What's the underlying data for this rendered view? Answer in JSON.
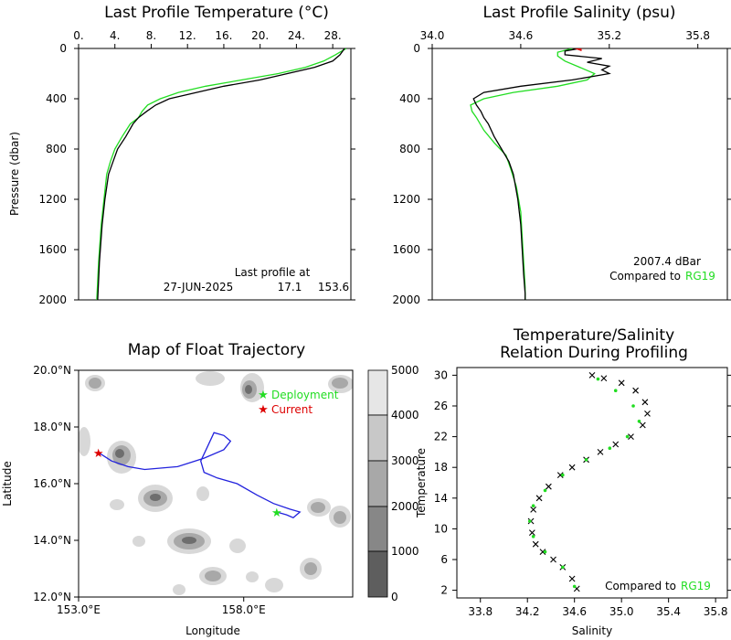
{
  "colors": {
    "float": "#000000",
    "climatology": "#22dd22",
    "current": "#dd0000",
    "trajectory": "#2222dd"
  },
  "temp_panel": {
    "title": "Last Profile Temperature (°C)",
    "ylabel": "Pressure (dbar)",
    "note_line1": "Last profile at",
    "note_date": "27-JUN-2025",
    "note_lat": "17.1",
    "note_lon": "153.6"
  },
  "sal_panel": {
    "title": "Last Profile Salinity (psu)",
    "note_line1": "2007.4 dBar",
    "compared_prefix": "Compared to",
    "compared_ref": "RG19"
  },
  "map_panel": {
    "title": "Map of Float Trajectory",
    "xlabel": "Longitude",
    "ylabel": "Latitude",
    "legend_deployment": "Deployment",
    "legend_current": "Current",
    "colorbar_ticks": [
      "5000",
      "4000",
      "3000",
      "2000",
      "1000",
      "0"
    ]
  },
  "ts_panel": {
    "title_line1": "Temperature/Salinity",
    "title_line2": "Relation During Profiling",
    "xlabel": "Salinity",
    "ylabel": "Temperature",
    "compared_prefix": "Compared to",
    "compared_ref": "RG19"
  },
  "chart_data": [
    {
      "type": "line",
      "title": "Last Profile Temperature (°C)",
      "ylabel": "Pressure (dbar)",
      "xlim": [
        0,
        30
      ],
      "ylim": [
        2000,
        0
      ],
      "xticks": [
        "0.",
        "4.",
        "8.",
        "12.",
        "16.",
        "20.",
        "24.",
        "28."
      ],
      "yticks": [
        "0",
        "400",
        "800",
        "1200",
        "1600",
        "2000"
      ],
      "series": [
        {
          "color": "black",
          "x": [
            29.3,
            29.1,
            28.8,
            28,
            26,
            23,
            20,
            16,
            13,
            10,
            8.5,
            7.5,
            6.6,
            6,
            5.2,
            4.3,
            3.8,
            3.3,
            2.9,
            2.6,
            2.3,
            2.1
          ],
          "y": [
            0,
            20,
            50,
            100,
            150,
            200,
            250,
            300,
            350,
            400,
            450,
            500,
            550,
            600,
            700,
            800,
            900,
            1000,
            1200,
            1400,
            1700,
            2000
          ]
        },
        {
          "color": "green",
          "x": [
            29.5,
            29,
            28.3,
            27,
            25,
            22,
            18,
            14,
            11,
            9,
            7.6,
            7,
            6.6,
            5.7,
            4.8,
            4,
            3.5,
            3.1,
            2.8,
            2.5,
            2.2,
            2.0
          ],
          "y": [
            0,
            20,
            50,
            100,
            150,
            200,
            250,
            300,
            350,
            400,
            450,
            500,
            550,
            600,
            700,
            800,
            900,
            1000,
            1200,
            1400,
            1700,
            2000
          ]
        }
      ]
    },
    {
      "type": "line",
      "title": "Last Profile Salinity (psu)",
      "xlim": [
        34.0,
        36.0
      ],
      "ylim": [
        2000,
        0
      ],
      "xticks": [
        "34.0",
        "34.6",
        "35.2",
        "35.8"
      ],
      "yticks": [
        "0",
        "400",
        "800",
        "1200",
        "1600",
        "2000"
      ],
      "series": [
        {
          "color": "black",
          "x": [
            35.0,
            34.9,
            34.9,
            35.15,
            35.05,
            35.2,
            35.15,
            35.2,
            34.95,
            34.6,
            34.35,
            34.28,
            34.3,
            34.33,
            34.35,
            34.38,
            34.42,
            34.47,
            34.52,
            34.55,
            34.58,
            34.6,
            34.61,
            34.62,
            34.63,
            34.63
          ],
          "y": [
            0,
            20,
            50,
            80,
            110,
            140,
            170,
            200,
            250,
            300,
            350,
            400,
            450,
            500,
            550,
            600,
            700,
            800,
            900,
            1000,
            1200,
            1400,
            1600,
            1800,
            1950,
            2000
          ]
        },
        {
          "color": "green",
          "x": [
            34.95,
            34.85,
            34.85,
            34.9,
            35.0,
            35.1,
            35.05,
            34.85,
            34.55,
            34.35,
            34.26,
            34.27,
            34.3,
            34.35,
            34.42,
            34.5,
            34.53,
            34.57,
            34.6,
            34.61,
            34.62,
            34.63,
            34.63
          ],
          "y": [
            0,
            30,
            60,
            100,
            150,
            200,
            250,
            300,
            350,
            400,
            450,
            500,
            550,
            650,
            750,
            850,
            950,
            1100,
            1300,
            1500,
            1700,
            1900,
            2000
          ]
        }
      ]
    },
    {
      "type": "line",
      "title": "Map of Float Trajectory",
      "xlabel": "Longitude",
      "ylabel": "Latitude",
      "xlim": [
        153.0,
        161.3
      ],
      "ylim": [
        12.0,
        20.0
      ],
      "xticks": [
        "153.0°E",
        "158.0°E"
      ],
      "yticks": [
        "12.0°N",
        "14.0°N",
        "16.0°N",
        "18.0°N",
        "20.0°N"
      ],
      "series": [
        {
          "color": "blue",
          "x": [
            153.6,
            154.0,
            154.5,
            155.0,
            156.0,
            156.8,
            157.4,
            157.6,
            157.4,
            157.1,
            156.9,
            156.7,
            156.8,
            157.2,
            157.8,
            158.4,
            158.9,
            159.4,
            159.7,
            159.5,
            159.3,
            159.0
          ],
          "y": [
            17.1,
            16.8,
            16.6,
            16.5,
            16.6,
            16.9,
            17.2,
            17.5,
            17.7,
            17.8,
            17.3,
            16.8,
            16.4,
            16.2,
            16.0,
            15.6,
            15.3,
            15.1,
            15.0,
            14.8,
            14.9,
            15.0
          ]
        }
      ],
      "markers": [
        {
          "name": "Deployment",
          "lon": 159.0,
          "lat": 15.0,
          "color": "green"
        },
        {
          "name": "Current",
          "lon": 153.6,
          "lat": 17.1,
          "color": "red"
        }
      ],
      "colorbar": {
        "label_ticks": [
          0,
          1000,
          2000,
          3000,
          4000,
          5000
        ]
      }
    },
    {
      "type": "scatter",
      "title": "Temperature/Salinity Relation During Profiling",
      "xlabel": "Salinity",
      "ylabel": "Temperature",
      "xlim": [
        33.6,
        35.9
      ],
      "ylim": [
        1,
        31
      ],
      "xticks": [
        "33.8",
        "34.2",
        "34.6",
        "35.0",
        "35.4",
        "35.8"
      ],
      "yticks": [
        "2",
        "6",
        "10",
        "14",
        "18",
        "22",
        "26",
        "30"
      ],
      "series": [
        {
          "color": "black",
          "x": [
            34.62,
            34.58,
            34.5,
            34.42,
            34.33,
            34.27,
            34.24,
            34.23,
            34.25,
            34.3,
            34.38,
            34.48,
            34.58,
            34.7,
            34.82,
            34.95,
            35.08,
            35.18,
            35.22,
            35.2,
            35.12,
            35.0,
            34.85,
            34.75
          ],
          "y": [
            2.2,
            3.5,
            5,
            6,
            7,
            8,
            9.5,
            11,
            12.5,
            14,
            15.5,
            17,
            18,
            19,
            20,
            21,
            22,
            23.5,
            25,
            26.5,
            28,
            29,
            29.6,
            30
          ]
        },
        {
          "color": "green",
          "x": [
            34.6,
            34.5,
            34.35,
            34.25,
            34.22,
            34.25,
            34.35,
            34.5,
            34.7,
            34.9,
            35.05,
            35.15,
            35.1,
            34.95,
            34.8
          ],
          "y": [
            2.5,
            5,
            7,
            9,
            11,
            13,
            15,
            17,
            19,
            20.5,
            22,
            24,
            26,
            28,
            29.5
          ]
        }
      ]
    }
  ]
}
